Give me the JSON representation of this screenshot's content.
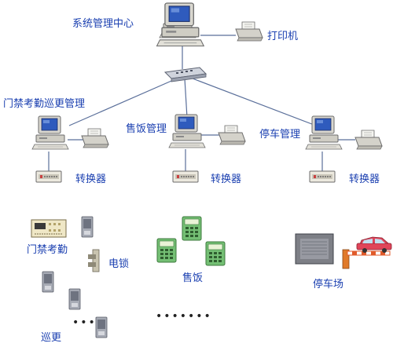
{
  "diagram": {
    "nodes": {
      "center": {
        "label": "系统管理中心",
        "icon": "computer-icon"
      },
      "printer": {
        "label": "打印机",
        "icon": "printer-icon"
      },
      "hub": {
        "icon": "network-hub-icon"
      },
      "access": {
        "label": "门禁考勤巡更管理",
        "icon": "computer-icon"
      },
      "meal": {
        "label": "售饭管理",
        "icon": "computer-icon"
      },
      "parking": {
        "label": "停车管理",
        "icon": "computer-icon"
      },
      "converters": [
        {
          "label": "转换器",
          "icon": "converter-icon"
        },
        {
          "label": "转换器",
          "icon": "converter-icon"
        },
        {
          "label": "转换器",
          "icon": "converter-icon"
        }
      ],
      "door_attendance": {
        "label": "门禁考勤",
        "icon": "access-controller-icon"
      },
      "electric_lock": {
        "label": "电锁",
        "icon": "electric-lock-icon"
      },
      "patrol": {
        "label": "巡更",
        "icon": "patrol-reader-icon"
      },
      "meal_terminal": {
        "label": "售饭",
        "icon": "meal-terminal-icon"
      },
      "car_park": {
        "label": "停车场",
        "icon": "parking-barrier-icon"
      }
    },
    "ellipsis_patrol": "•••",
    "ellipsis_meal": "•••••••"
  },
  "colors": {
    "label_text": "#1a3fb0",
    "wire": "#5a6f9a",
    "computer_body": "#d9d7cf",
    "screen": "#2f5bbd",
    "meal_terminal": "#74bf74",
    "barrier_arm": "#e05a2a",
    "car": "#e0455a"
  }
}
